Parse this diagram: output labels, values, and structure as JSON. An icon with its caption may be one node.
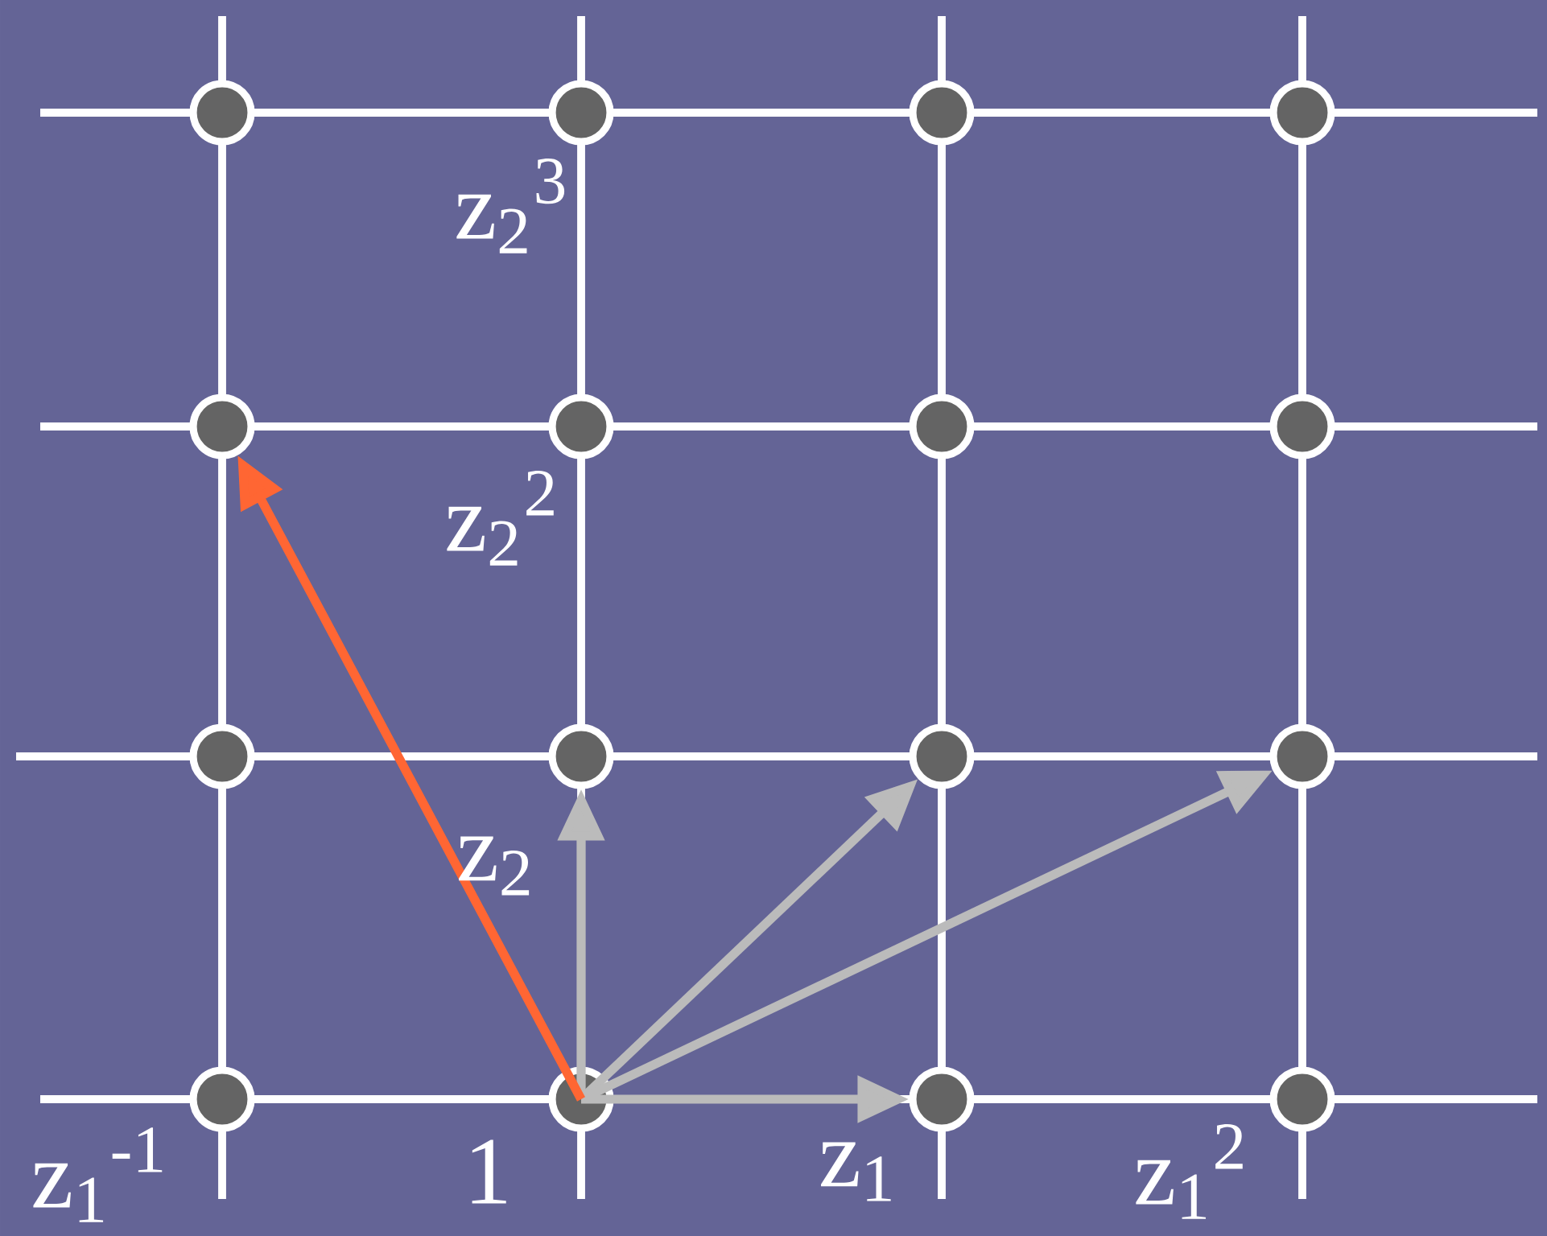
{
  "diagram": {
    "nodes": [
      {
        "text": [],
        "shape": "circle"
      },
      {
        "text": [],
        "shape": "circle"
      },
      {
        "text": [],
        "shape": "circle"
      },
      {
        "text": [],
        "shape": "circle"
      },
      {
        "text": [],
        "shape": "circle"
      },
      {
        "text": [],
        "shape": "circle"
      },
      {
        "text": [],
        "shape": "circle"
      },
      {
        "text": [],
        "shape": "circle"
      },
      {
        "text": [],
        "shape": "circle"
      },
      {
        "text": [],
        "shape": "circle"
      },
      {
        "text": [],
        "shape": "circle"
      },
      {
        "text": [],
        "shape": "circle"
      },
      {
        "text": [],
        "shape": "circle"
      },
      {
        "text": [],
        "shape": "circle"
      },
      {
        "text": [],
        "shape": "circle"
      },
      {
        "text": [],
        "shape": "circle"
      }
    ],
    "edges": [
      {
        "from": 13,
        "to": 9,
        "arrow": "to"
      },
      {
        "from": 13,
        "to": 10,
        "arrow": "to"
      },
      {
        "from": 13,
        "to": 11,
        "arrow": "to"
      },
      {
        "from": 13,
        "to": 14,
        "arrow": "to"
      },
      {
        "from": 13,
        "to": 4,
        "arrow": "to",
        "color": "#ff6633"
      }
    ],
    "labels": [
      "z$_{2}$$^{3}$",
      "z$_{2}$$^{2}$",
      "z$_{2}$",
      "z$_{1}$$^{-1}$",
      "1",
      "z$_{1}$",
      "z$_{1}$$^{2}$"
    ]
  }
}
